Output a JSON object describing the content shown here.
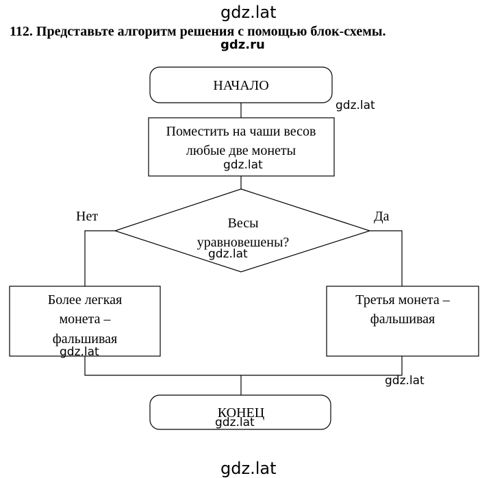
{
  "title": "112. Представьте алгоритм решения с помощью блок-схемы.",
  "watermarks": {
    "site": "gdz.lat",
    "site_ru": "gdz.ru"
  },
  "flowchart": {
    "start": "НАЧАЛО",
    "process": [
      "Поместить на чаши весов",
      "любые две монеты"
    ],
    "decision": [
      "Весы",
      "уравновешены?"
    ],
    "label_no": "Нет",
    "label_yes": "Да",
    "result_no": [
      "Более легкая",
      "монета –",
      "фальшивая"
    ],
    "result_yes": [
      "Третья монета –",
      "фальшивая"
    ],
    "end": "КОНЕЦ"
  }
}
